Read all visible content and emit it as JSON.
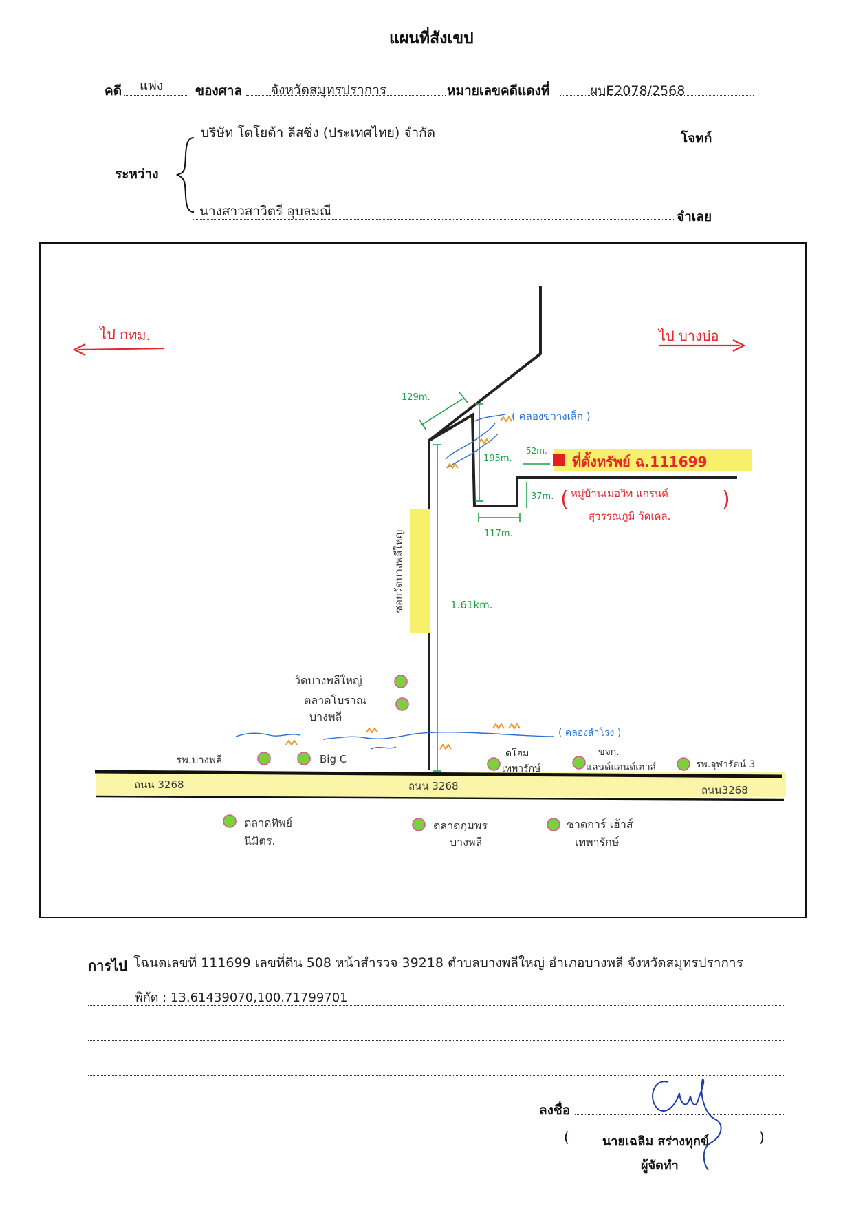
{
  "header": {
    "title": "แผนที่สังเขป",
    "case_label": "คดี",
    "case_type": "แพ่ง",
    "court_label": "ของศาล",
    "court_name": "จังหวัดสมุทรปราการ",
    "red_case_label": "หมายเลขคดีแดงที่",
    "red_case_no": "ผบE2078/2568"
  },
  "parties": {
    "between_label": "ระหว่าง",
    "plaintiff_name": "บริษัท โตโยต้า ลีสซิ่ง (ประเทศไทย) จำกัด",
    "plaintiff_role": "โจทก์",
    "defendant_name": "นางสาวสาวิตรี อุบลมณี",
    "defendant_role": "จำเลย"
  },
  "map": {
    "to_bangkok": "ไป กทม.",
    "to_bangbo": "ไป บางบ่อ",
    "canal_top": "( คลองขวางเล็ก )",
    "canal_bottom": "( คลองสำโรง )",
    "road_label": "ถนน 3268",
    "road_label_left": "ถนน 3268",
    "road_label_right": "ถนน3268",
    "soi_label": "ซอยวัดบางพลีใหญ่",
    "dist_129": "129m.",
    "dist_195": "195m.",
    "dist_52": "52m.",
    "dist_37": "37m.",
    "dist_117": "117m.",
    "dist_161": "1.61km.",
    "property_label": "ที่ตั้งทรัพย์ ฉ.111699",
    "village_line1": "หมู่บ้านเมอวิท แกรนด์",
    "village_line2": "สุวรรณภูมิ วัดเคล.",
    "landmarks": {
      "wat": "วัดบางพลีใหญ่",
      "old_market_1": "ตลาดโบราณ",
      "old_market_2": "บางพลี",
      "school": "รพ.บางพลี",
      "bigc": "Big C",
      "homepro_1": "ดโฮม",
      "homepro_2": "เทพารักษ์",
      "dlt_1": "ขจก.",
      "dlt_2": "แลนด์แอนด์เฮาส์",
      "hospital": "รพ.จุฬารัตน์ 3",
      "thip_1": "ตลาดทิพย์",
      "thip_2": "นิมิตร.",
      "kumpon_1": "ตลาดกุมพร",
      "kumpon_2": "บางพลี",
      "suchart_1": "ชาดการ์ เฮ้าส์",
      "suchart_2": "เทพารักษ์"
    }
  },
  "directions": {
    "label": "การไป",
    "line1": "โฉนดเลขที่ 111699 เลขที่ดิน 508 หน้าสำรวจ 39218 ตำบลบางพลีใหญ่ อำเภอบางพลี จังหวัดสมุทรปราการ",
    "line2": "พิกัด : 13.61439070,100.71799701"
  },
  "signature": {
    "sign_label": "ลงชื่อ",
    "open_paren": "(",
    "name": "นายเฉลิม สร่างทุกข์",
    "close_paren": ")",
    "role": "ผู้จัดทำ"
  },
  "colors": {
    "road_yellow": "#fbf5a8",
    "highlight_yellow": "#f7f06a",
    "marker_green": "#7cd13a",
    "marker_ring": "#d65a9a",
    "route_green": "#1aa346",
    "arrow_red": "#e8262b",
    "water_blue": "#2b6fd6",
    "property_red": "#e22020",
    "signature_blue": "#1e3fa8"
  }
}
